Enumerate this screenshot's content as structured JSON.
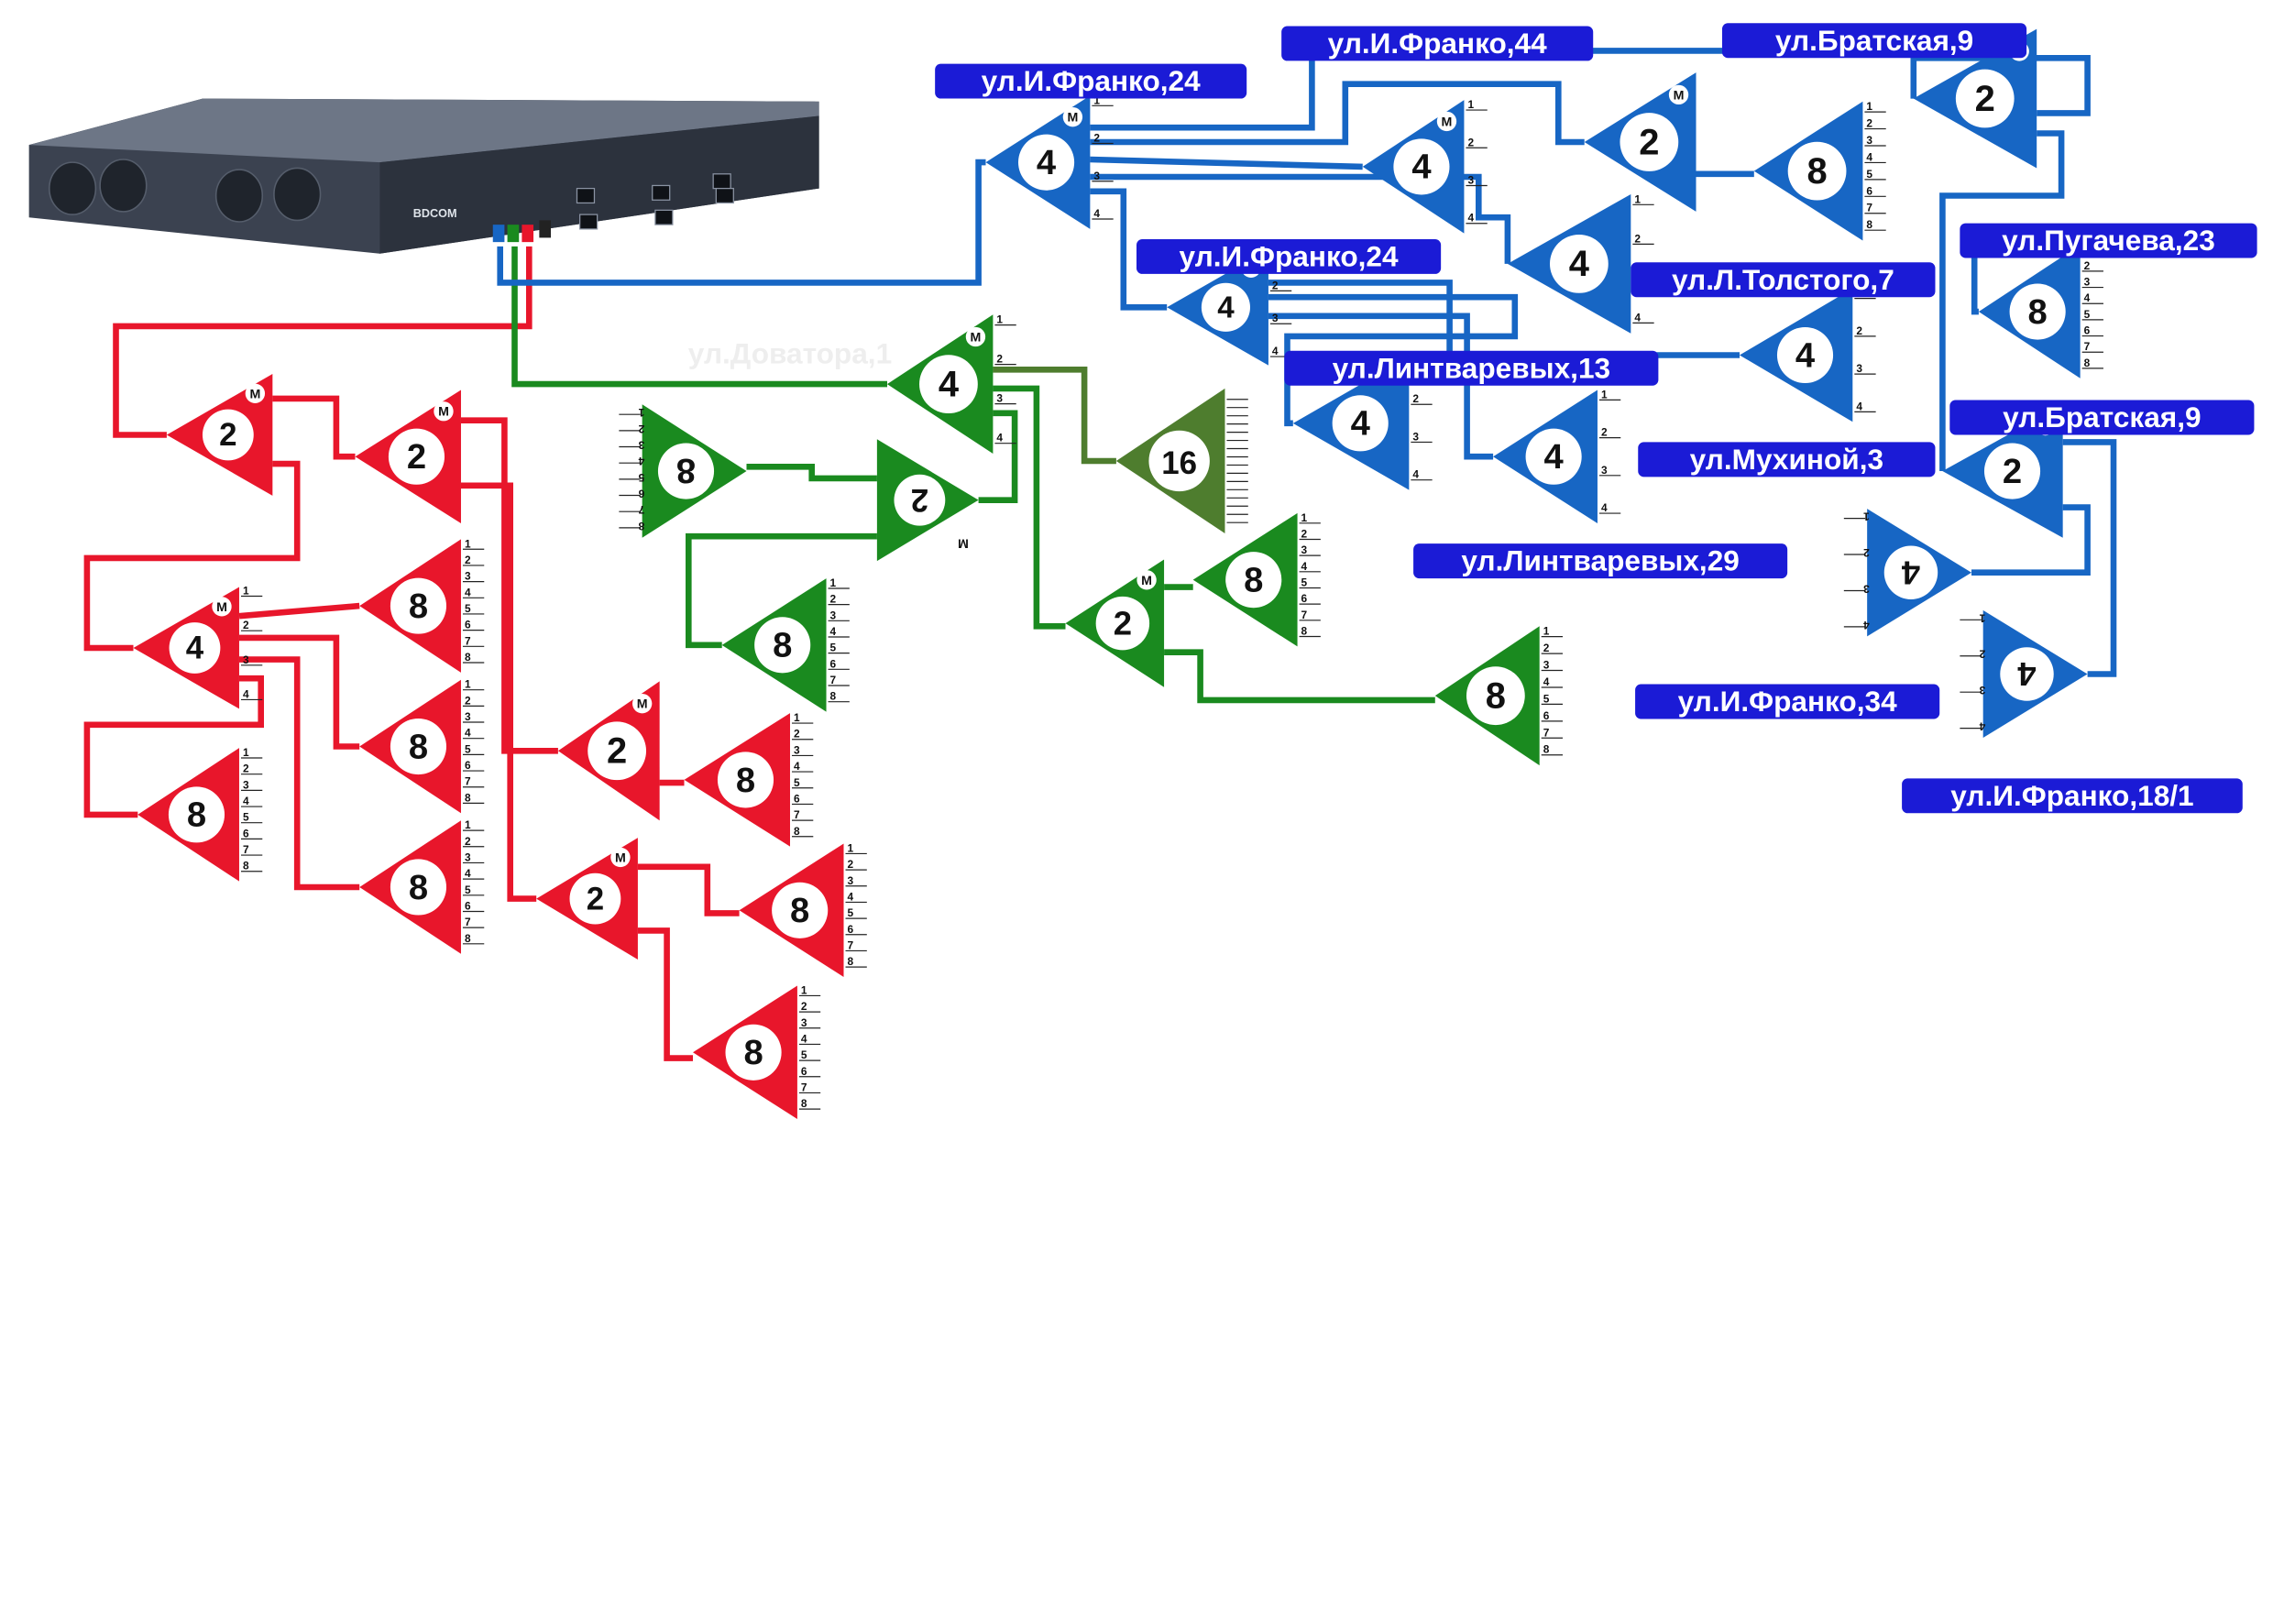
{
  "colors": {
    "red": "#e8162b",
    "green": "#1a8a1f",
    "olive": "#4e7d2e",
    "blue": "#1766c4",
    "label_bg": "#1b1bd6",
    "label_text": "#ffffff",
    "olt_body": "#3b4250",
    "olt_front": "#2c323d"
  },
  "olt": {
    "brand": "BDCOM"
  },
  "labels": [
    "ул.И.Франко,24",
    "ул.И.Франко,44",
    "ул.Братская,9",
    "ул.И.Франко,24",
    "ул.Л.Толстого,7",
    "ул.Пугачева,23",
    "ул.Линтваревых,13",
    "ул.Мухиной,3",
    "ул.Братская,9",
    "ул.Линтваревых,29",
    "ул.И.Франко,34",
    "ул.И.Франко,18/1",
    "ул.Доватора,1"
  ],
  "splitters": [
    {
      "ratio": "2",
      "color": "red",
      "master": "M"
    },
    {
      "ratio": "2",
      "color": "red",
      "master": "M"
    },
    {
      "ratio": "4",
      "color": "red",
      "master": "M"
    },
    {
      "ratio": "8",
      "color": "red"
    },
    {
      "ratio": "8",
      "color": "red"
    },
    {
      "ratio": "8",
      "color": "red"
    },
    {
      "ratio": "8",
      "color": "red"
    },
    {
      "ratio": "2",
      "color": "red",
      "master": "M"
    },
    {
      "ratio": "8",
      "color": "red"
    },
    {
      "ratio": "2",
      "color": "red",
      "master": "M"
    },
    {
      "ratio": "8",
      "color": "red"
    },
    {
      "ratio": "8",
      "color": "red"
    },
    {
      "ratio": "4",
      "color": "green",
      "master": "M"
    },
    {
      "ratio": "8",
      "color": "green"
    },
    {
      "ratio": "2",
      "color": "green",
      "master": "M"
    },
    {
      "ratio": "8",
      "color": "green"
    },
    {
      "ratio": "16",
      "color": "olive"
    },
    {
      "ratio": "2",
      "color": "green",
      "master": "M"
    },
    {
      "ratio": "8",
      "color": "green"
    },
    {
      "ratio": "8",
      "color": "green"
    },
    {
      "ratio": "4",
      "color": "blue",
      "master": "M"
    },
    {
      "ratio": "4",
      "color": "blue",
      "master": "M"
    },
    {
      "ratio": "2",
      "color": "blue",
      "master": "M"
    },
    {
      "ratio": "8",
      "color": "blue"
    },
    {
      "ratio": "2",
      "color": "blue",
      "master": "M"
    },
    {
      "ratio": "4",
      "color": "blue"
    },
    {
      "ratio": "4",
      "color": "blue",
      "master": "M"
    },
    {
      "ratio": "4",
      "color": "blue"
    },
    {
      "ratio": "8",
      "color": "blue"
    },
    {
      "ratio": "4",
      "color": "blue"
    },
    {
      "ratio": "4",
      "color": "blue"
    },
    {
      "ratio": "2",
      "color": "blue",
      "master": "M"
    },
    {
      "ratio": "4",
      "color": "blue"
    },
    {
      "ratio": "4",
      "color": "blue"
    }
  ]
}
